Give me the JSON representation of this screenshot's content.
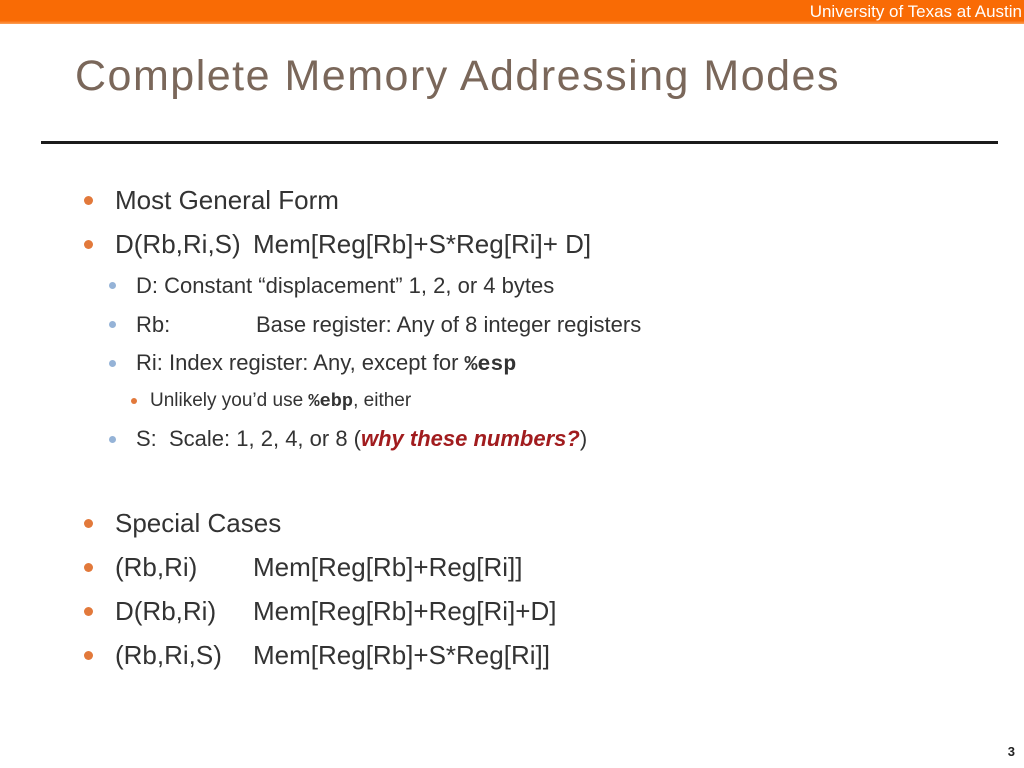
{
  "header": {
    "affiliation": "University of Texas at Austin"
  },
  "slide": {
    "title": "Complete Memory Addressing Modes",
    "page_number": "3"
  },
  "colors": {
    "banner_orange": "#f96b05",
    "title_brown": "#7a675a",
    "bullet_orange": "#e2793b",
    "bullet_blue": "#95b3d7",
    "highlight_red": "#a11c1e",
    "text_dark": "#333333"
  },
  "content": {
    "general": {
      "heading": "Most General Form",
      "form": {
        "term": "D(Rb,Ri,S)",
        "definition": "Mem[Reg[Rb]+S*Reg[Ri]+ D]"
      },
      "d_line": "D: Constant “displacement” 1, 2, or 4 bytes",
      "rb_line": {
        "term": "Rb:",
        "definition": "Base register: Any of 8 integer registers"
      },
      "ri_line": {
        "pre": "Ri: Index register: Any, except for ",
        "code": "%esp"
      },
      "ebp_note": {
        "pre": "Unlikely you’d use ",
        "code": "%ebp",
        "post": ", either"
      },
      "s_line": {
        "pre": "S:  Scale: 1, 2, 4, or 8 (",
        "emphasis": "why these numbers?",
        "post": ")"
      }
    },
    "special": {
      "heading": "Special Cases",
      "cases": [
        {
          "term": "(Rb,Ri)",
          "definition": "Mem[Reg[Rb]+Reg[Ri]]"
        },
        {
          "term": "D(Rb,Ri)",
          "definition": "Mem[Reg[Rb]+Reg[Ri]+D]"
        },
        {
          "term": "(Rb,Ri,S)",
          "definition": "Mem[Reg[Rb]+S*Reg[Ri]]"
        }
      ]
    }
  }
}
